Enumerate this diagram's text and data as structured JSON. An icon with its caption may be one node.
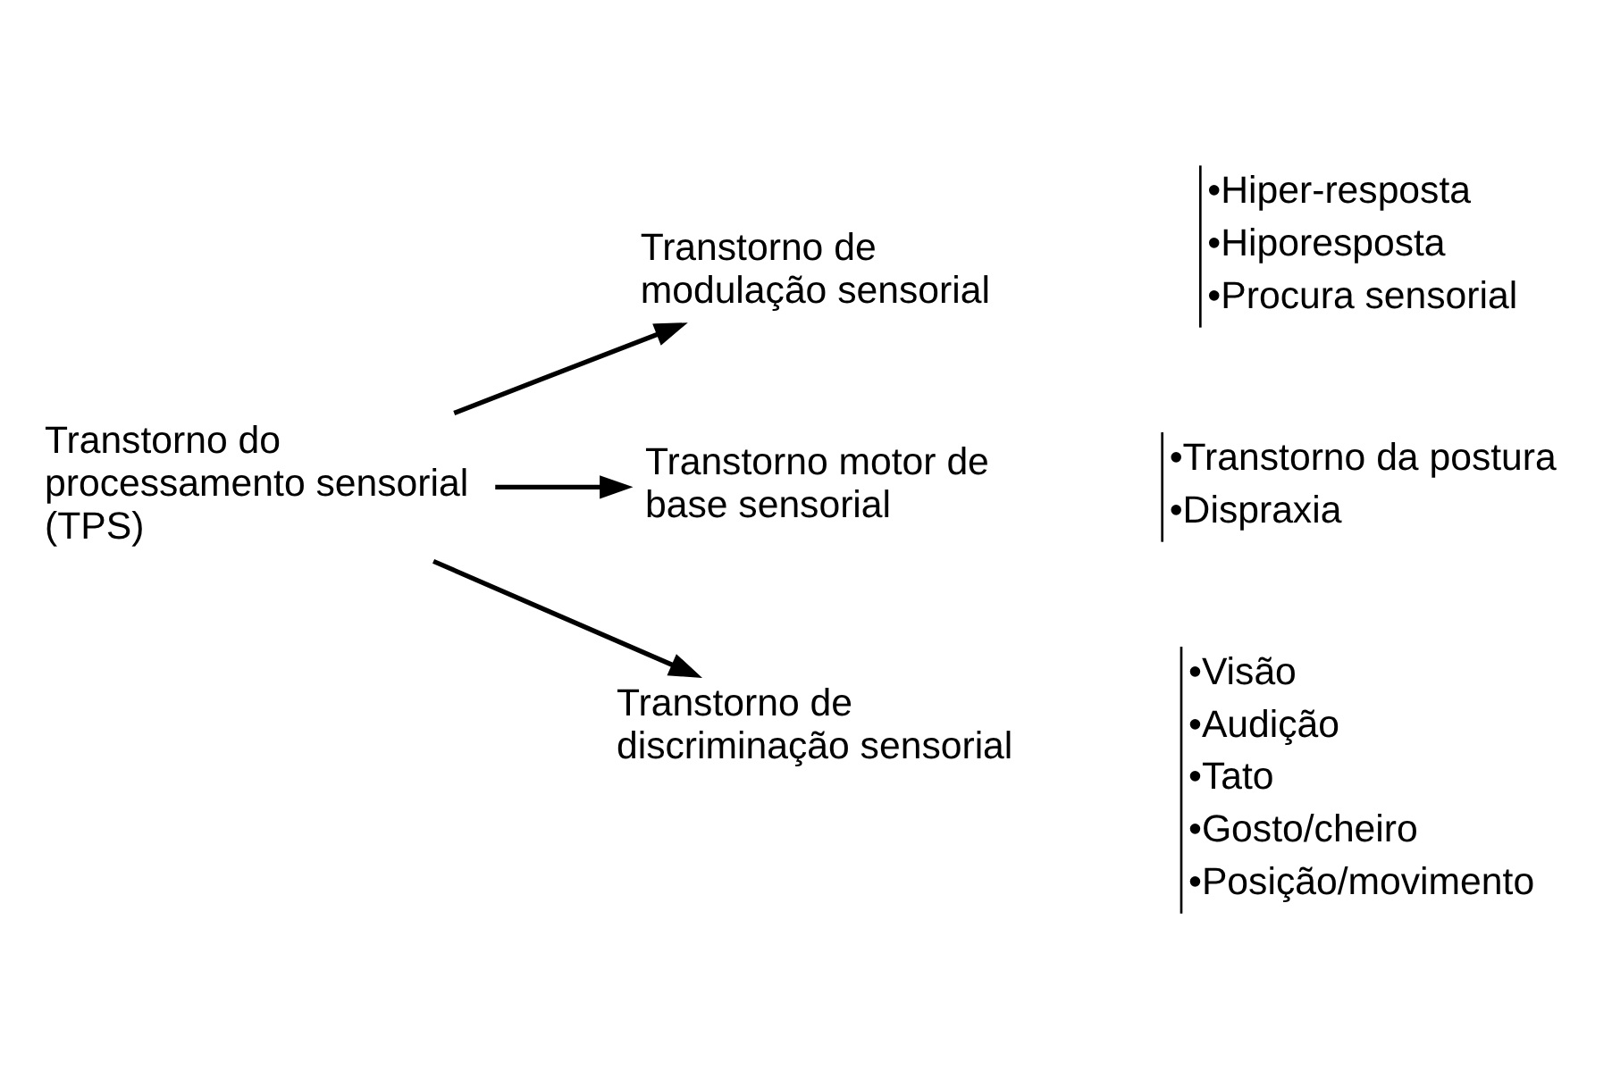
{
  "diagram": {
    "nodes": [
      {
        "text": [
          "Transtorno do processamento sensorial (TPS)"
        ]
      },
      {
        "text": [
          "Transtorno de modulação sensorial"
        ]
      },
      {
        "text": [
          "•Hiper-resposta",
          "•Hiporesposta",
          "•Procura sensorial"
        ]
      },
      {
        "text": [
          "Transtorno motor de base sensorial"
        ]
      },
      {
        "text": [
          "•Transtorno da postura",
          "•Dispraxia"
        ]
      },
      {
        "text": [
          "Transtorno de discriminação sensorial"
        ]
      },
      {
        "text": [
          "•Visão",
          "•Audição",
          "•Tato",
          "•Gosto/cheiro",
          "•Posição/movimento"
        ]
      }
    ],
    "edges": [
      {
        "from": 0,
        "to": 1,
        "arrow": "to"
      },
      {
        "from": 0,
        "to": 3,
        "arrow": "to"
      },
      {
        "from": 0,
        "to": 5,
        "arrow": "to"
      }
    ]
  }
}
